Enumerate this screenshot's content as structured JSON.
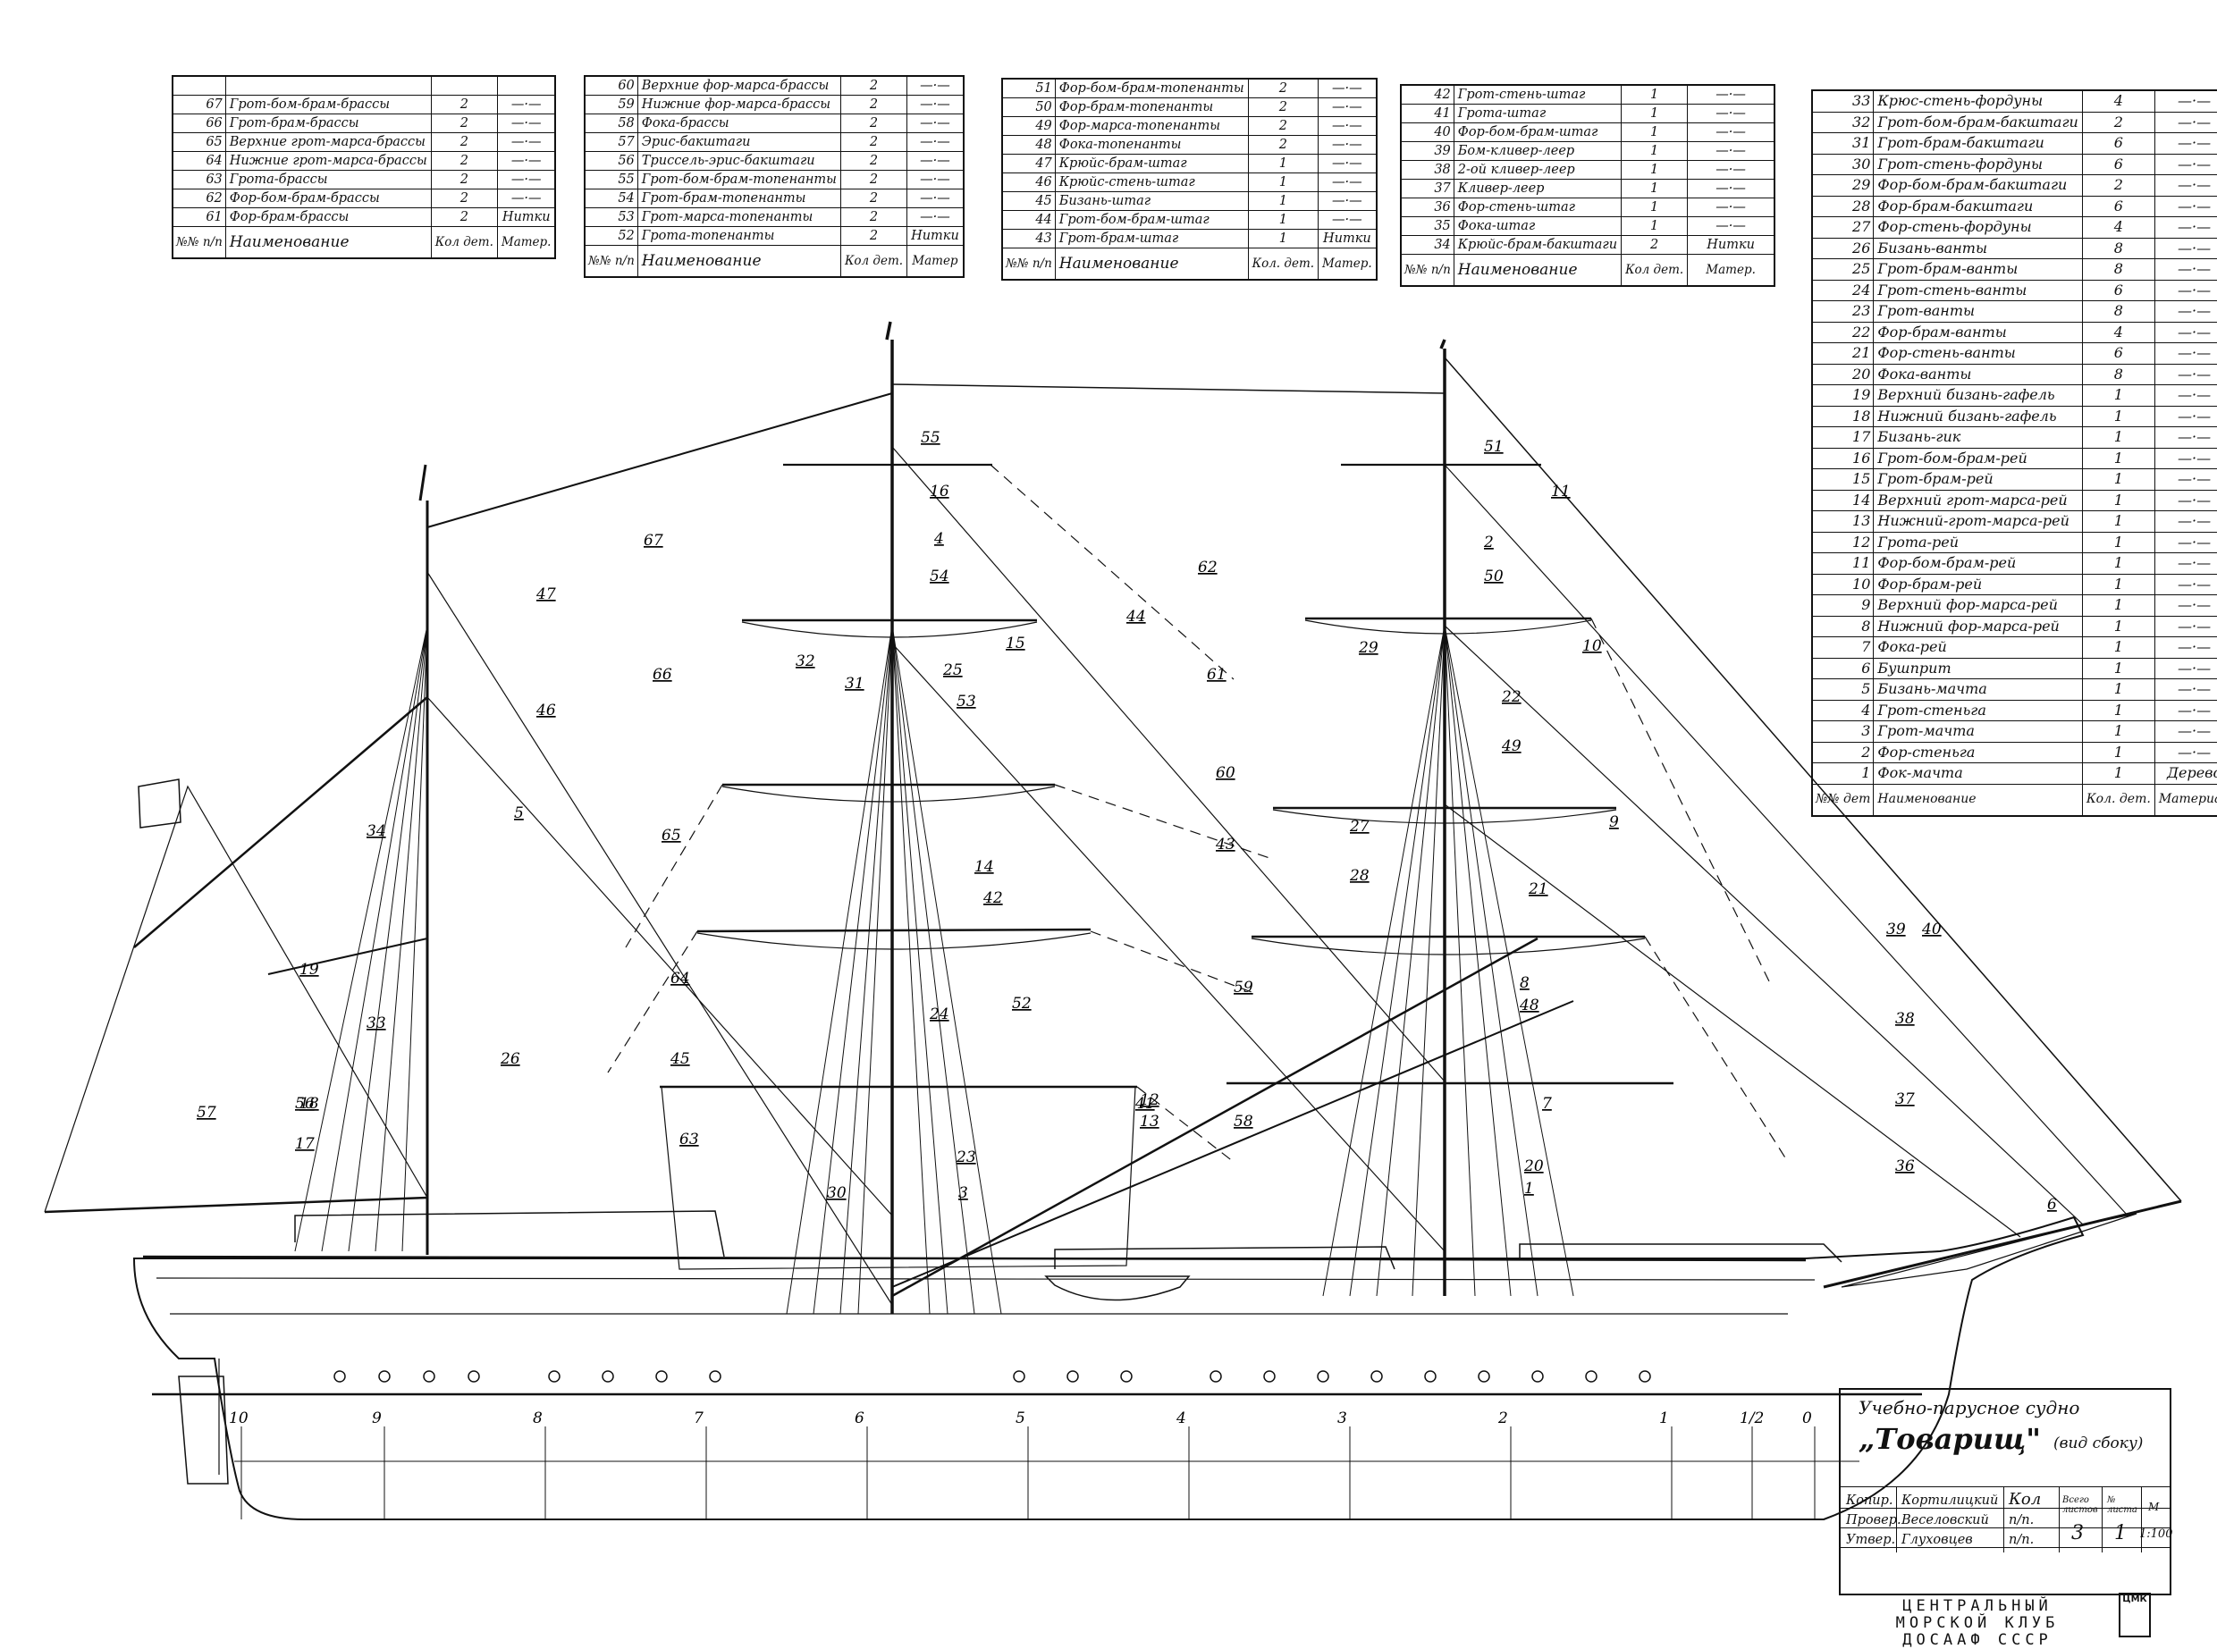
{
  "table1": {
    "rows": [
      {
        "no": "67",
        "name": "Грот-бом-брам-брассы",
        "qty": "2",
        "mat": "—·—"
      },
      {
        "no": "66",
        "name": "Грот-брам-брассы",
        "qty": "2",
        "mat": "—·—"
      },
      {
        "no": "65",
        "name": "Верхние грот-марса-брассы",
        "qty": "2",
        "mat": "—·—"
      },
      {
        "no": "64",
        "name": "Нижние грот-марса-брассы",
        "qty": "2",
        "mat": "—·—"
      },
      {
        "no": "63",
        "name": "Грота-брассы",
        "qty": "2",
        "mat": "—·—"
      },
      {
        "no": "62",
        "name": "Фор-бом-брам-брассы",
        "qty": "2",
        "mat": "—·—"
      },
      {
        "no": "61",
        "name": "Фор-брам-брассы",
        "qty": "2",
        "mat": "Нитки"
      }
    ],
    "header": {
      "no": "№№ п/п",
      "name": "Наименование",
      "qty": "Кол дет.",
      "mat": "Матер."
    }
  },
  "table2": {
    "rows": [
      {
        "no": "60",
        "name": "Верхние фор-марса-брассы",
        "qty": "2",
        "mat": "—·—"
      },
      {
        "no": "59",
        "name": "Нижние фор-марса-брассы",
        "qty": "2",
        "mat": "—·—"
      },
      {
        "no": "58",
        "name": "Фока-брассы",
        "qty": "2",
        "mat": "—·—"
      },
      {
        "no": "57",
        "name": "Эрис-бакштаги",
        "qty": "2",
        "mat": "—·—"
      },
      {
        "no": "56",
        "name": "Триссель-эрис-бакштаги",
        "qty": "2",
        "mat": "—·—"
      },
      {
        "no": "55",
        "name": "Грот-бом-брам-топенанты",
        "qty": "2",
        "mat": "—·—"
      },
      {
        "no": "54",
        "name": "Грот-брам-топенанты",
        "qty": "2",
        "mat": "—·—"
      },
      {
        "no": "53",
        "name": "Грот-марса-топенанты",
        "qty": "2",
        "mat": "—·—"
      },
      {
        "no": "52",
        "name": "Грота-топенанты",
        "qty": "2",
        "mat": "Нитки"
      }
    ],
    "header": {
      "no": "№№ п/п",
      "name": "Наименование",
      "qty": "Кол дет.",
      "mat": "Матер"
    }
  },
  "table3": {
    "rows": [
      {
        "no": "51",
        "name": "Фор-бом-брам-топенанты",
        "qty": "2",
        "mat": "—·—"
      },
      {
        "no": "50",
        "name": "Фор-брам-топенанты",
        "qty": "2",
        "mat": "—·—"
      },
      {
        "no": "49",
        "name": "Фор-марса-топенанты",
        "qty": "2",
        "mat": "—·—"
      },
      {
        "no": "48",
        "name": "Фока-топенанты",
        "qty": "2",
        "mat": "—·—"
      },
      {
        "no": "47",
        "name": "Крюйс-брам-штаг",
        "qty": "1",
        "mat": "—·—"
      },
      {
        "no": "46",
        "name": "Крюйс-стень-штаг",
        "qty": "1",
        "mat": "—·—"
      },
      {
        "no": "45",
        "name": "Бизань-штаг",
        "qty": "1",
        "mat": "—·—"
      },
      {
        "no": "44",
        "name": "Грот-бом-брам-штаг",
        "qty": "1",
        "mat": "—·—"
      },
      {
        "no": "43",
        "name": "Грот-брам-штаг",
        "qty": "1",
        "mat": "Нитки"
      }
    ],
    "header": {
      "no": "№№ п/п",
      "name": "Наименование",
      "qty": "Кол. дет.",
      "mat": "Матер."
    }
  },
  "table4": {
    "rows": [
      {
        "no": "42",
        "name": "Грот-стень-штаг",
        "qty": "1",
        "mat": "—·—"
      },
      {
        "no": "41",
        "name": "Грота-штаг",
        "qty": "1",
        "mat": "—·—"
      },
      {
        "no": "40",
        "name": "Фор-бом-брам-штаг",
        "qty": "1",
        "mat": "—·—"
      },
      {
        "no": "39",
        "name": "Бом-кливер-леер",
        "qty": "1",
        "mat": "—·—"
      },
      {
        "no": "38",
        "name": "2-ой кливер-леер",
        "qty": "1",
        "mat": "—·—"
      },
      {
        "no": "37",
        "name": "Кливер-леер",
        "qty": "1",
        "mat": "—·—"
      },
      {
        "no": "36",
        "name": "Фор-стень-штаг",
        "qty": "1",
        "mat": "—·—"
      },
      {
        "no": "35",
        "name": "Фока-штаг",
        "qty": "1",
        "mat": "—·—"
      },
      {
        "no": "34",
        "name": "Крюйс-брам-бакштаги",
        "qty": "2",
        "mat": "Нитки"
      }
    ],
    "header": {
      "no": "№№ п/п",
      "name": "Наименование",
      "qty": "Кол дет.",
      "mat": "Матер."
    }
  },
  "table5": {
    "rows": [
      {
        "no": "33",
        "name": "Крюс-стень-фордуны",
        "qty": "4",
        "mat": "—·—"
      },
      {
        "no": "32",
        "name": "Грот-бом-брам-бакштаги",
        "qty": "2",
        "mat": "—·—"
      },
      {
        "no": "31",
        "name": "Грот-брам-бакштаги",
        "qty": "6",
        "mat": "—·—"
      },
      {
        "no": "30",
        "name": "Грот-стень-фордуны",
        "qty": "6",
        "mat": "—·—"
      },
      {
        "no": "29",
        "name": "Фор-бом-брам-бакштаги",
        "qty": "2",
        "mat": "—·—"
      },
      {
        "no": "28",
        "name": "Фор-брам-бакштаги",
        "qty": "6",
        "mat": "—·—"
      },
      {
        "no": "27",
        "name": "Фор-стень-фордуны",
        "qty": "4",
        "mat": "—·—"
      },
      {
        "no": "26",
        "name": "Бизань-ванты",
        "qty": "8",
        "mat": "—·—"
      },
      {
        "no": "25",
        "name": "Грот-брам-ванты",
        "qty": "8",
        "mat": "—·—"
      },
      {
        "no": "24",
        "name": "Грот-стень-ванты",
        "qty": "6",
        "mat": "—·—"
      },
      {
        "no": "23",
        "name": "Грот-ванты",
        "qty": "8",
        "mat": "—·—"
      },
      {
        "no": "22",
        "name": "Фор-брам-ванты",
        "qty": "4",
        "mat": "—·—"
      },
      {
        "no": "21",
        "name": "Фор-стень-ванты",
        "qty": "6",
        "mat": "—·—"
      },
      {
        "no": "20",
        "name": "Фока-ванты",
        "qty": "8",
        "mat": "—·—"
      },
      {
        "no": "19",
        "name": "Верхний бизань-гафель",
        "qty": "1",
        "mat": "—·—"
      },
      {
        "no": "18",
        "name": "Нижний бизань-гафель",
        "qty": "1",
        "mat": "—·—"
      },
      {
        "no": "17",
        "name": "Бизань-гик",
        "qty": "1",
        "mat": "—·—"
      },
      {
        "no": "16",
        "name": "Грот-бом-брам-рей",
        "qty": "1",
        "mat": "—·—"
      },
      {
        "no": "15",
        "name": "Грот-брам-рей",
        "qty": "1",
        "mat": "—·—"
      },
      {
        "no": "14",
        "name": "Верхний грот-марса-рей",
        "qty": "1",
        "mat": "—·—"
      },
      {
        "no": "13",
        "name": "Нижний-грот-марса-рей",
        "qty": "1",
        "mat": "—·—"
      },
      {
        "no": "12",
        "name": "Грота-рей",
        "qty": "1",
        "mat": "—·—"
      },
      {
        "no": "11",
        "name": "Фор-бом-брам-рей",
        "qty": "1",
        "mat": "—·—"
      },
      {
        "no": "10",
        "name": "Фор-брам-рей",
        "qty": "1",
        "mat": "—·—"
      },
      {
        "no": "9",
        "name": "Верхний фор-марса-рей",
        "qty": "1",
        "mat": "—·—"
      },
      {
        "no": "8",
        "name": "Нижний фор-марса-рей",
        "qty": "1",
        "mat": "—·—"
      },
      {
        "no": "7",
        "name": "Фока-рей",
        "qty": "1",
        "mat": "—·—"
      },
      {
        "no": "6",
        "name": "Бушприт",
        "qty": "1",
        "mat": "—·—"
      },
      {
        "no": "5",
        "name": "Бизань-мачта",
        "qty": "1",
        "mat": "—·—"
      },
      {
        "no": "4",
        "name": "Грот-стеньга",
        "qty": "1",
        "mat": "—·—"
      },
      {
        "no": "3",
        "name": "Грот-мачта",
        "qty": "1",
        "mat": "—·—"
      },
      {
        "no": "2",
        "name": "Фор-стеньга",
        "qty": "1",
        "mat": "—·—"
      },
      {
        "no": "1",
        "name": "Фок-мачта",
        "qty": "1",
        "mat": "Дерево"
      }
    ],
    "header": {
      "no": "№№ дет",
      "name": "Наименование",
      "qty": "Кол. дет.",
      "mat": "Материал"
    }
  },
  "stamp": {
    "line1": "Учебно-парусное судно",
    "title": "„Товарищ\"",
    "subtitle": "(вид сбоку)",
    "roles": [
      {
        "role": "Копир.",
        "name": "Кортилицкий",
        "sign": "Кол"
      },
      {
        "role": "Провер.",
        "name": "Веселовский",
        "sign": "п/п."
      },
      {
        "role": "Утвер.",
        "name": "Глуховцев",
        "sign": "п/п."
      }
    ],
    "sheets_label": "Всего листов",
    "sheet_label": "№ листа",
    "scale_label": "М",
    "sheets": "3",
    "sheet": "1",
    "scale": "1:100"
  },
  "club": {
    "line1": "ЦЕНТРАЛЬНЫЙ",
    "line2": "МОРСКОЙ КЛУБ",
    "line3": "ДОСААФ СССР",
    "logo": "ЦМК"
  },
  "frames": [
    "10",
    "9",
    "8",
    "7",
    "6",
    "5",
    "4",
    "3",
    "2",
    "1",
    "1/2",
    "0"
  ],
  "callouts": [
    "67",
    "66",
    "65",
    "64",
    "63",
    "62",
    "61",
    "60",
    "59",
    "58",
    "57",
    "56",
    "55",
    "54",
    "53",
    "52",
    "51",
    "50",
    "49",
    "48",
    "47",
    "46",
    "45",
    "44",
    "43",
    "42",
    "41",
    "40",
    "39",
    "38",
    "37",
    "36",
    "34",
    "33",
    "32",
    "31",
    "30",
    "29",
    "28",
    "27",
    "26",
    "25",
    "24",
    "23",
    "22",
    "21",
    "20",
    "19",
    "18",
    "17",
    "16",
    "15",
    "14",
    "13",
    "12",
    "11",
    "10",
    "9",
    "8",
    "7",
    "6",
    "5",
    "4",
    "3",
    "2",
    "1"
  ]
}
